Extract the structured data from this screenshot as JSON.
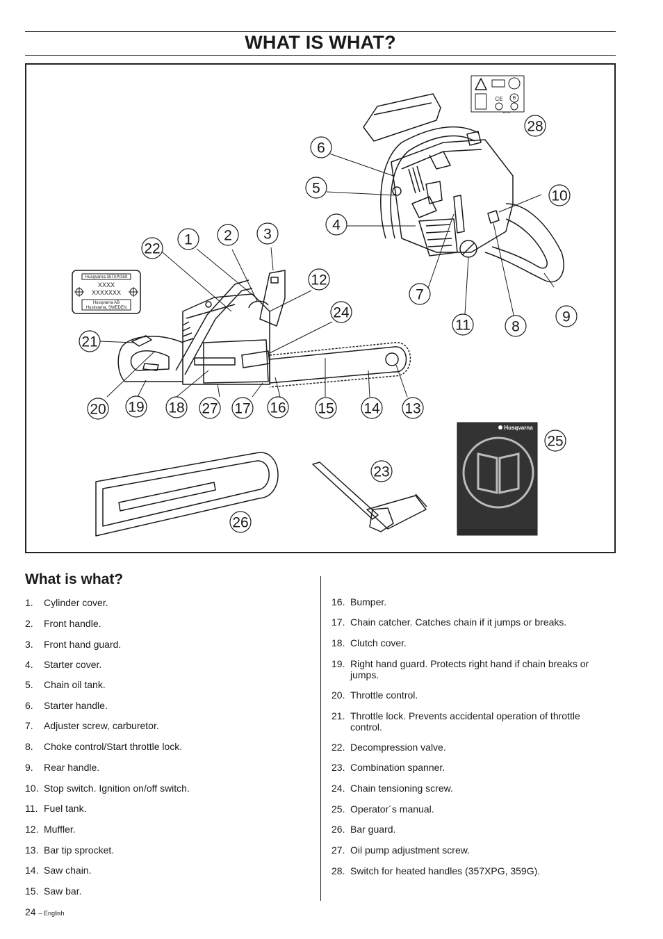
{
  "page_title": "WHAT IS WHAT?",
  "section_title": "What is what?",
  "figure": {
    "callouts": [
      "1",
      "2",
      "3",
      "4",
      "5",
      "6",
      "7",
      "8",
      "9",
      "10",
      "11",
      "12",
      "13",
      "14",
      "15",
      "16",
      "17",
      "18",
      "19",
      "20",
      "21",
      "22",
      "23",
      "24",
      "25",
      "26",
      "27",
      "28"
    ],
    "plate": {
      "model": "Husqvarna 357XP/359",
      "code1": "XXXX",
      "code2": "XXXXXXX",
      "maker": "Husqvarna AB",
      "address": "Huskvarna, SWEDEN"
    },
    "manual_brand": "Husqvarna",
    "label_text": "BPSA",
    "label_marks": [
      "CE",
      "B"
    ]
  },
  "items_left": [
    {
      "num": "1.",
      "text": "Cylinder cover."
    },
    {
      "num": "2.",
      "text": "Front handle."
    },
    {
      "num": "3.",
      "text": "Front hand guard."
    },
    {
      "num": "4.",
      "text": "Starter cover."
    },
    {
      "num": "5.",
      "text": "Chain oil tank."
    },
    {
      "num": "6.",
      "text": "Starter handle."
    },
    {
      "num": "7.",
      "text": "Adjuster screw, carburetor."
    },
    {
      "num": "8.",
      "text": "Choke control/Start throttle lock."
    },
    {
      "num": "9.",
      "text": "Rear handle."
    },
    {
      "num": "10.",
      "text": "Stop switch. Ignition on/off switch."
    },
    {
      "num": "11.",
      "text": "Fuel tank."
    },
    {
      "num": "12.",
      "text": "Muffler."
    },
    {
      "num": "13.",
      "text": "Bar tip sprocket."
    },
    {
      "num": "14.",
      "text": "Saw chain."
    },
    {
      "num": "15.",
      "text": "Saw bar."
    }
  ],
  "items_right": [
    {
      "num": "16.",
      "text": "Bumper."
    },
    {
      "num": "17.",
      "text": "Chain catcher. Catches chain if it jumps or breaks."
    },
    {
      "num": "18.",
      "text": "Clutch cover."
    },
    {
      "num": "19.",
      "text": "Right hand guard. Protects right hand if chain breaks or",
      "text2": "jumps."
    },
    {
      "num": "20.",
      "text": "Throttle control."
    },
    {
      "num": "21.",
      "text": "Throttle lock. Prevents accidental operation of throttle",
      "text2": "control."
    },
    {
      "num": "22.",
      "text": "Decompression valve."
    },
    {
      "num": "23.",
      "text": "Combination spanner."
    },
    {
      "num": "24.",
      "text": "Chain tensioning screw."
    },
    {
      "num": "25.",
      "text": "Operator´s manual."
    },
    {
      "num": "26.",
      "text": "Bar guard."
    },
    {
      "num": "27.",
      "text": "Oil pump adjustment screw."
    },
    {
      "num": "28.",
      "text": "Switch for heated handles (357XPG, 359G)."
    }
  ],
  "footer": {
    "page": "24",
    "lang": "– English"
  }
}
